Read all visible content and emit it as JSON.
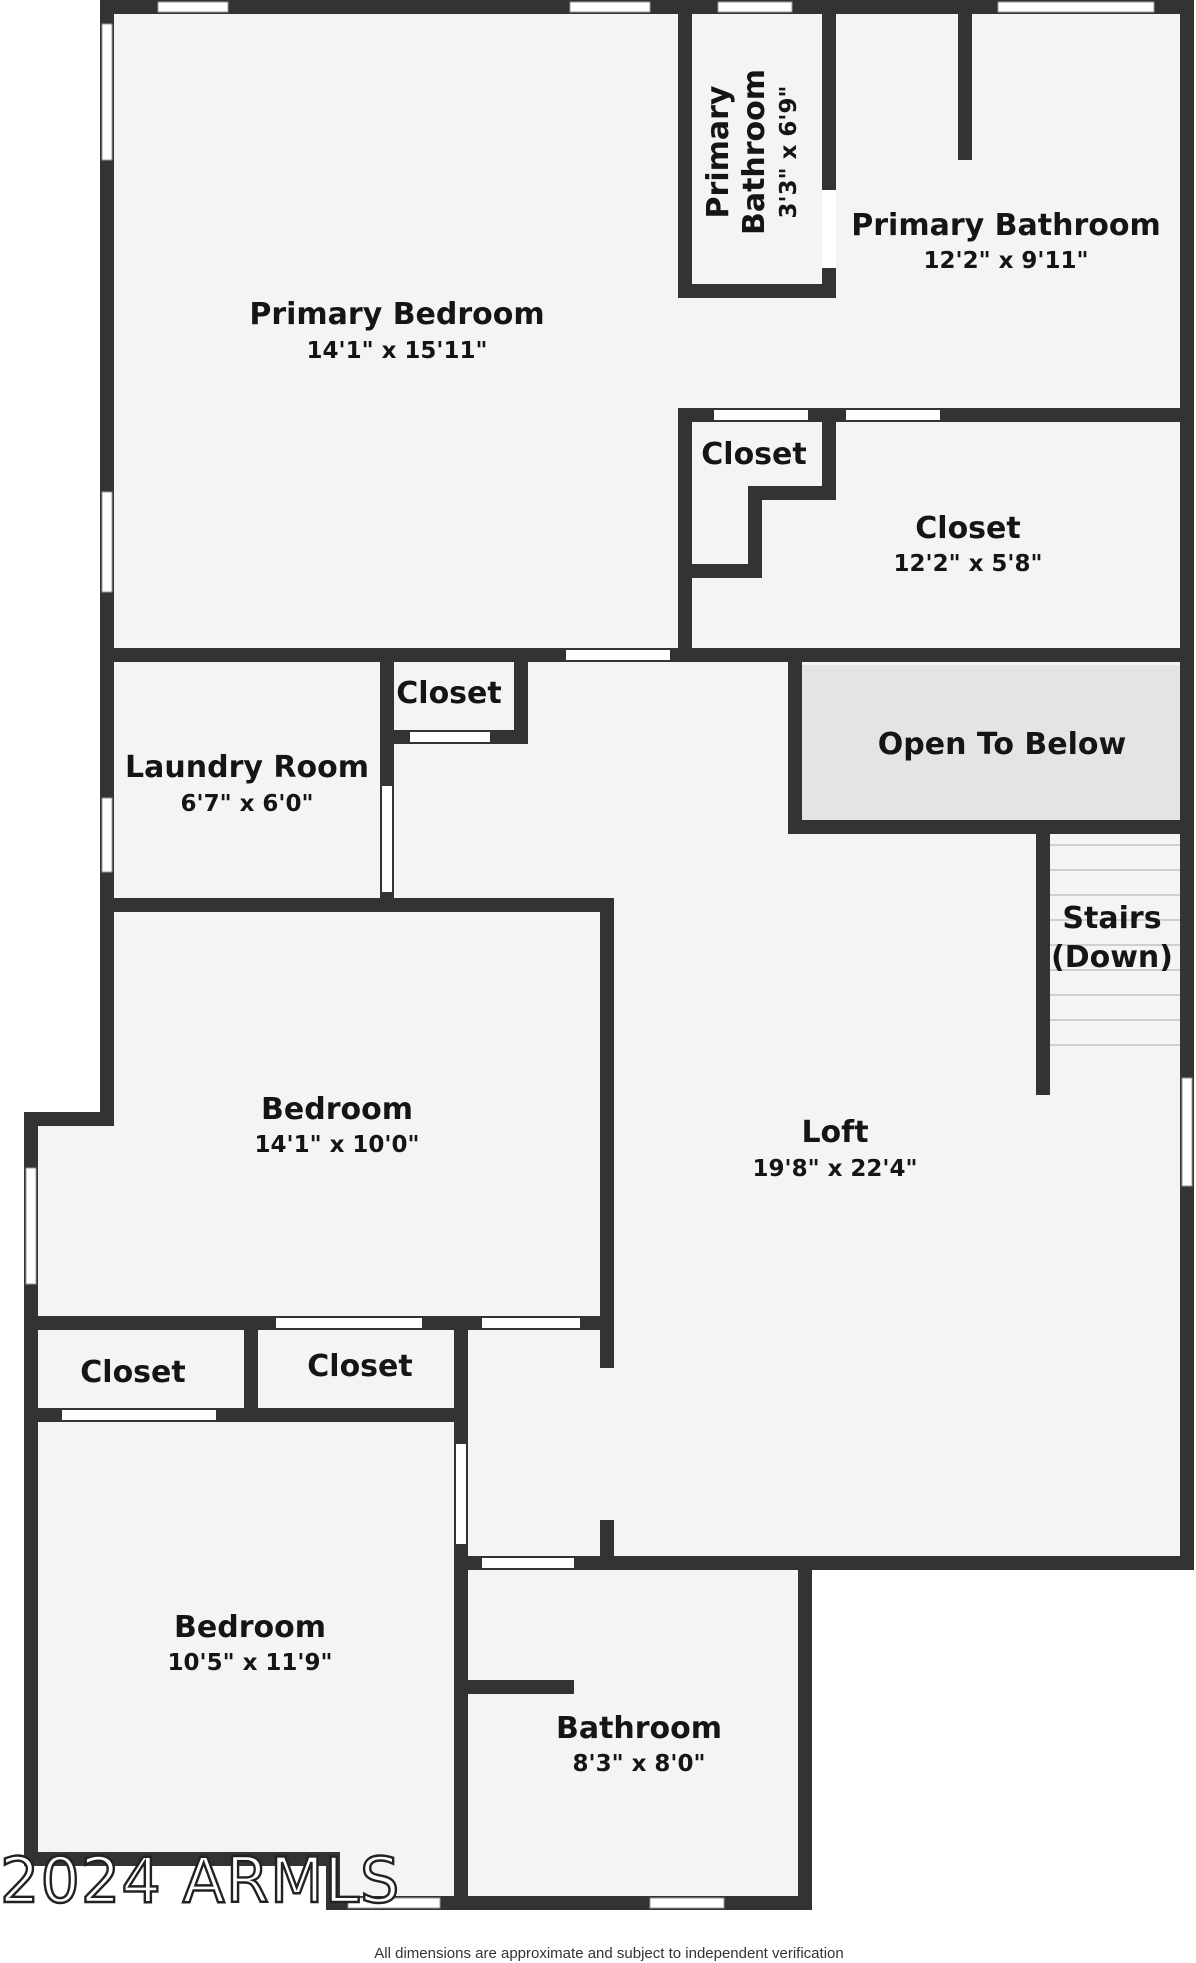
{
  "rooms": {
    "primary_bedroom": {
      "name": "Primary Bedroom",
      "dims": "14'1\" x 15'11\""
    },
    "primary_bathroom_small": {
      "name_line1": "Primary",
      "name_line2": "Bathroom",
      "dims": "3'3\" x 6'9\""
    },
    "primary_bathroom": {
      "name": "Primary Bathroom",
      "dims": "12'2\" x 9'11\""
    },
    "closet_small_top": {
      "name": "Closet"
    },
    "closet_large": {
      "name": "Closet",
      "dims": "12'2\" x 5'8\""
    },
    "closet_upper_hall": {
      "name": "Closet"
    },
    "laundry_room": {
      "name": "Laundry Room",
      "dims": "6'7\" x 6'0\""
    },
    "open_to_below": {
      "name": "Open To Below"
    },
    "stairs": {
      "name_line1": "Stairs",
      "name_line2": "(Down)"
    },
    "loft": {
      "name": "Loft",
      "dims": "19'8\" x 22'4\""
    },
    "bedroom_upper": {
      "name": "Bedroom",
      "dims": "14'1\" x 10'0\""
    },
    "closet_lower_left": {
      "name": "Closet"
    },
    "closet_lower_mid": {
      "name": "Closet"
    },
    "bedroom_lower": {
      "name": "Bedroom",
      "dims": "10'5\" x 11'9\""
    },
    "bathroom": {
      "name": "Bathroom",
      "dims": "8'3\" x 8'0\""
    }
  },
  "watermark": "2024 ARMLS",
  "footnote": "All dimensions are approximate and subject to independent verification",
  "colors": {
    "wall": "#333333",
    "floor": "#f4f4f4",
    "open_area": "#e4e4e4",
    "opening": "#ffffff"
  }
}
